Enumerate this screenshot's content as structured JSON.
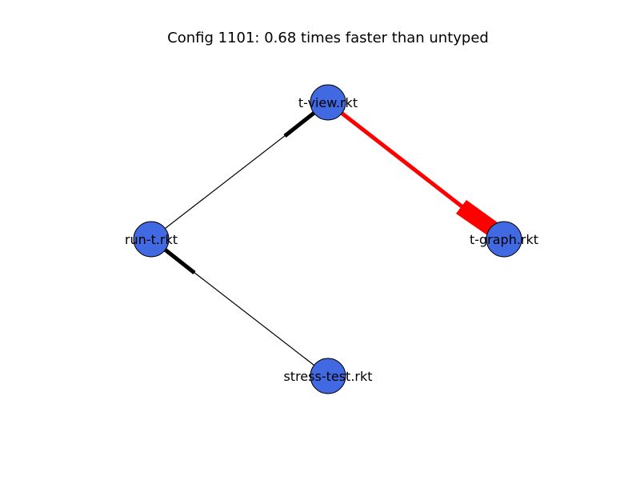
{
  "title": "Config 1101: 0.68 times faster than untyped",
  "colors": {
    "node_fill": "#4169E1",
    "node_stroke": "#000000",
    "edge_default": "#000000",
    "edge_highlight": "#FF0000"
  },
  "nodes": [
    {
      "id": "t-view",
      "label": "t-view.rkt"
    },
    {
      "id": "run-t",
      "label": "run-t.rkt"
    },
    {
      "id": "t-graph",
      "label": "t-graph.rkt"
    },
    {
      "id": "stress-test",
      "label": "stress-test.rkt"
    }
  ],
  "edges": [
    {
      "from": "run-t",
      "to": "t-view",
      "color": "#000000"
    },
    {
      "from": "t-view",
      "to": "t-graph",
      "color": "#FF0000"
    },
    {
      "from": "stress-test",
      "to": "run-t",
      "color": "#000000"
    }
  ]
}
